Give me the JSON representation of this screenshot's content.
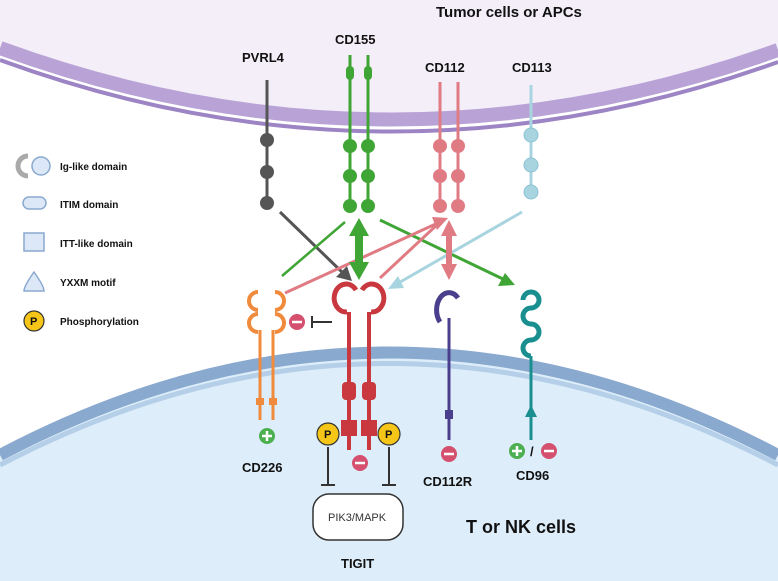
{
  "title_top": "Tumor cells or APCs",
  "title_bottom": "T or NK cells",
  "ligands": {
    "pvrl4": "PVRL4",
    "cd155": "CD155",
    "cd112": "CD112",
    "cd113": "CD113"
  },
  "receptors": {
    "cd226": "CD226",
    "tigit": "TIGIT",
    "cd112r": "CD112R",
    "cd96": "CD96"
  },
  "pathway_box": "PIK3/MAPK",
  "phospho_letter": "P",
  "cd96_sep": "/",
  "legend": [
    {
      "label": "Ig-like domain",
      "icon": "ig-like-domain-icon"
    },
    {
      "label": "ITIM domain",
      "icon": "itim-domain-icon"
    },
    {
      "label": "ITT-like domain",
      "icon": "itt-like-domain-icon"
    },
    {
      "label": "YXXM motif",
      "icon": "yxxm-motif-icon"
    },
    {
      "label": "Phosphorylation",
      "icon": "phosphorylation-icon"
    }
  ],
  "colors": {
    "pvrl4": "#555555",
    "cd155": "#3fa535",
    "cd112": "#e07b84",
    "cd113": "#a8d4e0",
    "cd226": "#f08a3c",
    "tigit": "#c8383e",
    "cd112r": "#4a3f8c",
    "cd96": "#1a8f8f",
    "inhibit": "#d4506e",
    "activate": "#4caf50",
    "phospho": "#f5c518"
  }
}
